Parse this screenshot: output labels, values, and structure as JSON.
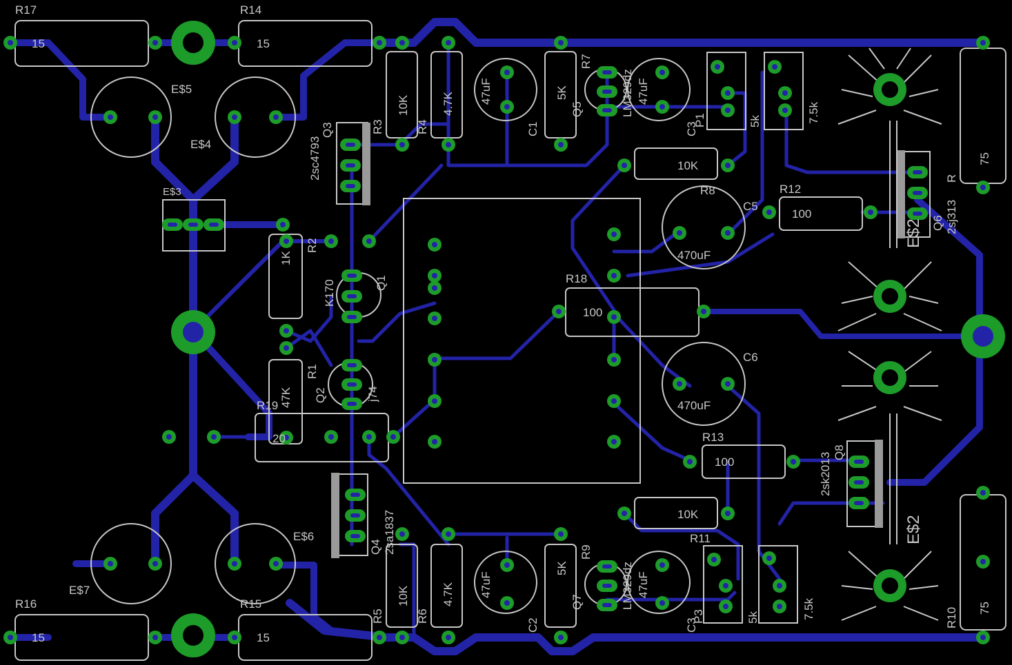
{
  "board": {
    "background": "#000000",
    "trace_color": "#2323a8",
    "pad_color": "#1d9c2a",
    "silk_color": "#c8c8c8"
  },
  "labels": {
    "R17": "R17",
    "R14": "R14",
    "R16": "R16",
    "R15": "R15",
    "v15": "15",
    "E5": "E$5",
    "E4": "E$4",
    "E3": "E$3",
    "E7": "E$7",
    "E6": "E$6",
    "E2": "E$2",
    "R3": "R3",
    "R4": "R4",
    "R5": "R5",
    "R6": "R6",
    "R7": "R7",
    "R9": "R9",
    "R1": "R1",
    "R2": "R2",
    "R8": "R8",
    "R10": "R10",
    "R11": "R11",
    "R12": "R12",
    "R13": "R13",
    "R18": "R18",
    "R19": "R19",
    "v10k": "10K",
    "v47k": "4.7K",
    "v5k": "5K",
    "v1k": "1K",
    "v47K": "47K",
    "v20": "20",
    "v100": "100",
    "v75": "75",
    "v75k": "7.5k",
    "C1": "C1",
    "C2": "C2",
    "C3": "C3",
    "C5": "C5",
    "C6": "C6",
    "v47uf": "47uF",
    "v470uf": "470uF",
    "Q1": "Q1",
    "Q2": "Q2",
    "Q3": "Q3",
    "Q4": "Q4",
    "Q5": "Q5",
    "Q6": "Q6",
    "Q7": "Q7",
    "Q8": "Q8",
    "q3part": "2sc4793",
    "q4part": "2sa1837",
    "q6part": "2sj313",
    "q8part": "2sk2013",
    "k170": "K170",
    "j74": "j74",
    "lm": "LM329dz",
    "P1": "P1",
    "P3": "P3",
    "B2": "5k",
    "B4": "5k",
    "R": "R"
  }
}
